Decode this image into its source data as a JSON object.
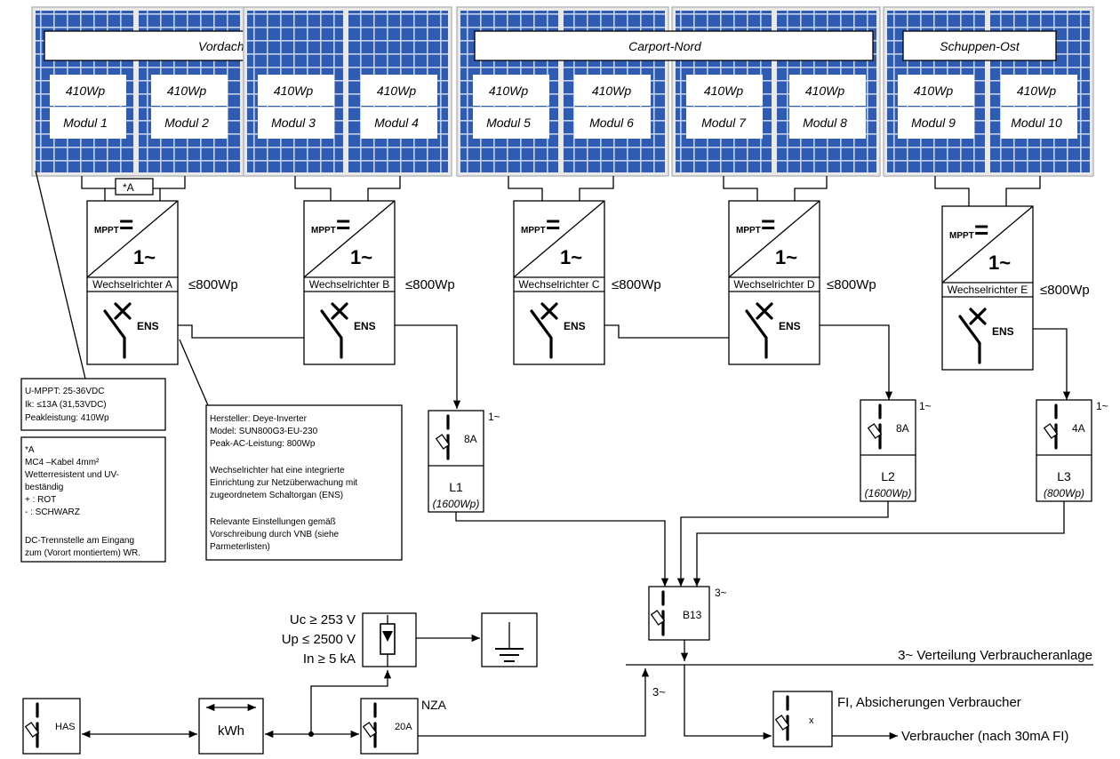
{
  "groups": [
    {
      "id": "g1",
      "label": "Vordach-West"
    },
    {
      "id": "g2",
      "label": "Carport-Nord"
    },
    {
      "id": "g3",
      "label": "Schuppen-Ost"
    }
  ],
  "modules": [
    {
      "power": "410Wp",
      "name": "Modul 1"
    },
    {
      "power": "410Wp",
      "name": "Modul 2"
    },
    {
      "power": "410Wp",
      "name": "Modul 3"
    },
    {
      "power": "410Wp",
      "name": "Modul 4"
    },
    {
      "power": "410Wp",
      "name": "Modul 5"
    },
    {
      "power": "410Wp",
      "name": "Modul 6"
    },
    {
      "power": "410Wp",
      "name": "Modul 7"
    },
    {
      "power": "410Wp",
      "name": "Modul 8"
    },
    {
      "power": "410Wp",
      "name": "Modul 9"
    },
    {
      "power": "410Wp",
      "name": "Modul 10"
    }
  ],
  "cable_note_marker": "*A",
  "inverters": [
    {
      "label": "Wechselrichter A",
      "limit": "≤800Wp"
    },
    {
      "label": "Wechselrichter B",
      "limit": "≤800Wp"
    },
    {
      "label": "Wechselrichter C",
      "limit": "≤800Wp"
    },
    {
      "label": "Wechselrichter D",
      "limit": "≤800Wp"
    },
    {
      "label": "Wechselrichter E",
      "limit": "≤800Wp"
    }
  ],
  "inverter_symbols": {
    "mppt": "MPPT",
    "dc": "=",
    "ac": "1~",
    "ens": "ENS"
  },
  "note_module": {
    "lines": [
      "U-MPPT: 25-36VDC",
      "Ik: ≤13A (31,53VDC)",
      "Peakleistung: 410Wp"
    ]
  },
  "note_cable": {
    "lines": [
      "*A",
      "MC4 –Kabel  4mm²",
      "Wetterresistent und UV-",
      "beständig",
      "+ : ROT",
      "- : SCHWARZ",
      "",
      "DC-Trennstelle am Eingang",
      "zum (Vorort montiertem) WR."
    ]
  },
  "note_inverter": {
    "lines": [
      "Hersteller: Deye-Inverter",
      "Model: SUN800G3-EU-230",
      "Peak-AC-Leistung: 800Wp",
      "",
      "Wechselrichter hat eine integrierte",
      "Einrichtung zur Netzüberwachung mit",
      "zugeordnetem Schaltorgan (ENS)",
      "",
      "Relevante Einstellungen gemäß",
      "Vorschreibung durch VNB (siehe",
      "Parmeterlisten)"
    ]
  },
  "fuses_l": [
    {
      "rating": "8A",
      "phase": "1~",
      "name": "L1",
      "power": "(1600Wp)"
    },
    {
      "rating": "8A",
      "phase": "1~",
      "name": "L2",
      "power": "(1600Wp)"
    },
    {
      "rating": "4A",
      "phase": "1~",
      "name": "L3",
      "power": "(800Wp)"
    }
  ],
  "breaker_b13": {
    "label": "B13",
    "phase": "3~"
  },
  "distribution": {
    "label": "3~ Verteilung Verbraucheranlage",
    "phase": "3~"
  },
  "surge_protection": {
    "uc": "Uc ≥ 253 V",
    "up": "Up ≤ 2500 V",
    "in": "In ≥ 5 kA"
  },
  "has": {
    "label": "HAS"
  },
  "meter": {
    "label": "kWh"
  },
  "nza": {
    "label": "NZA",
    "rating": "20A"
  },
  "consumer_fuse": {
    "label": "FI, Absicherungen Verbraucher",
    "rating": "x"
  },
  "consumer": {
    "label": "Verbraucher (nach 30mA FI)"
  },
  "colors": {
    "panel_blue": "#2f5bb3",
    "panel_grid": "#c6d3ec",
    "frame": "#b9b9b9"
  }
}
